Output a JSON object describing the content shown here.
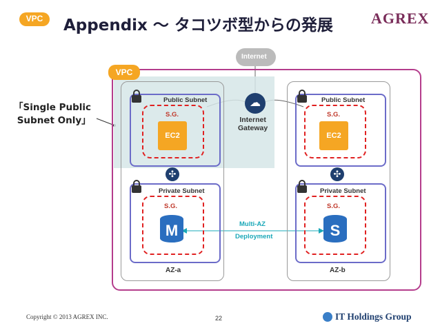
{
  "header": {
    "vpc_badge": "VPC",
    "title": "Appendix 〜 タコツボ型からの発展",
    "logo": "AGREX"
  },
  "side_label": "「Single Public\n Subnet Only」",
  "diagram": {
    "internet": "Internet",
    "vpc_badge": "VPC",
    "gateway_label": "Internet\nGateway",
    "multi_az_line1": "Multi-AZ",
    "multi_az_line2": "Deployment",
    "az_a": {
      "label": "AZ-a",
      "public_subnet": "Public Subnet",
      "private_subnet": "Private Subnet",
      "sg_public": "S.G.",
      "sg_private": "S.G.",
      "ec2": "EC2",
      "db": "M"
    },
    "az_b": {
      "label": "AZ-b",
      "public_subnet": "Public Subnet",
      "private_subnet": "Private Subnet",
      "sg_public": "S.G.",
      "sg_private": "S.G.",
      "ec2": "EC2",
      "db": "S"
    }
  },
  "footer": {
    "copyright": "Copyright © 2013 AGREX INC.",
    "page": "22",
    "group_logo": "IT Holdings Group"
  },
  "colors": {
    "vpc_border": "#b43c8c",
    "badge": "#f5a623",
    "subnet_border": "#6b6bc8",
    "sg_dashed": "#e02020",
    "db_blue": "#2a6ebf",
    "accent_cyan": "#1aa8b8"
  }
}
